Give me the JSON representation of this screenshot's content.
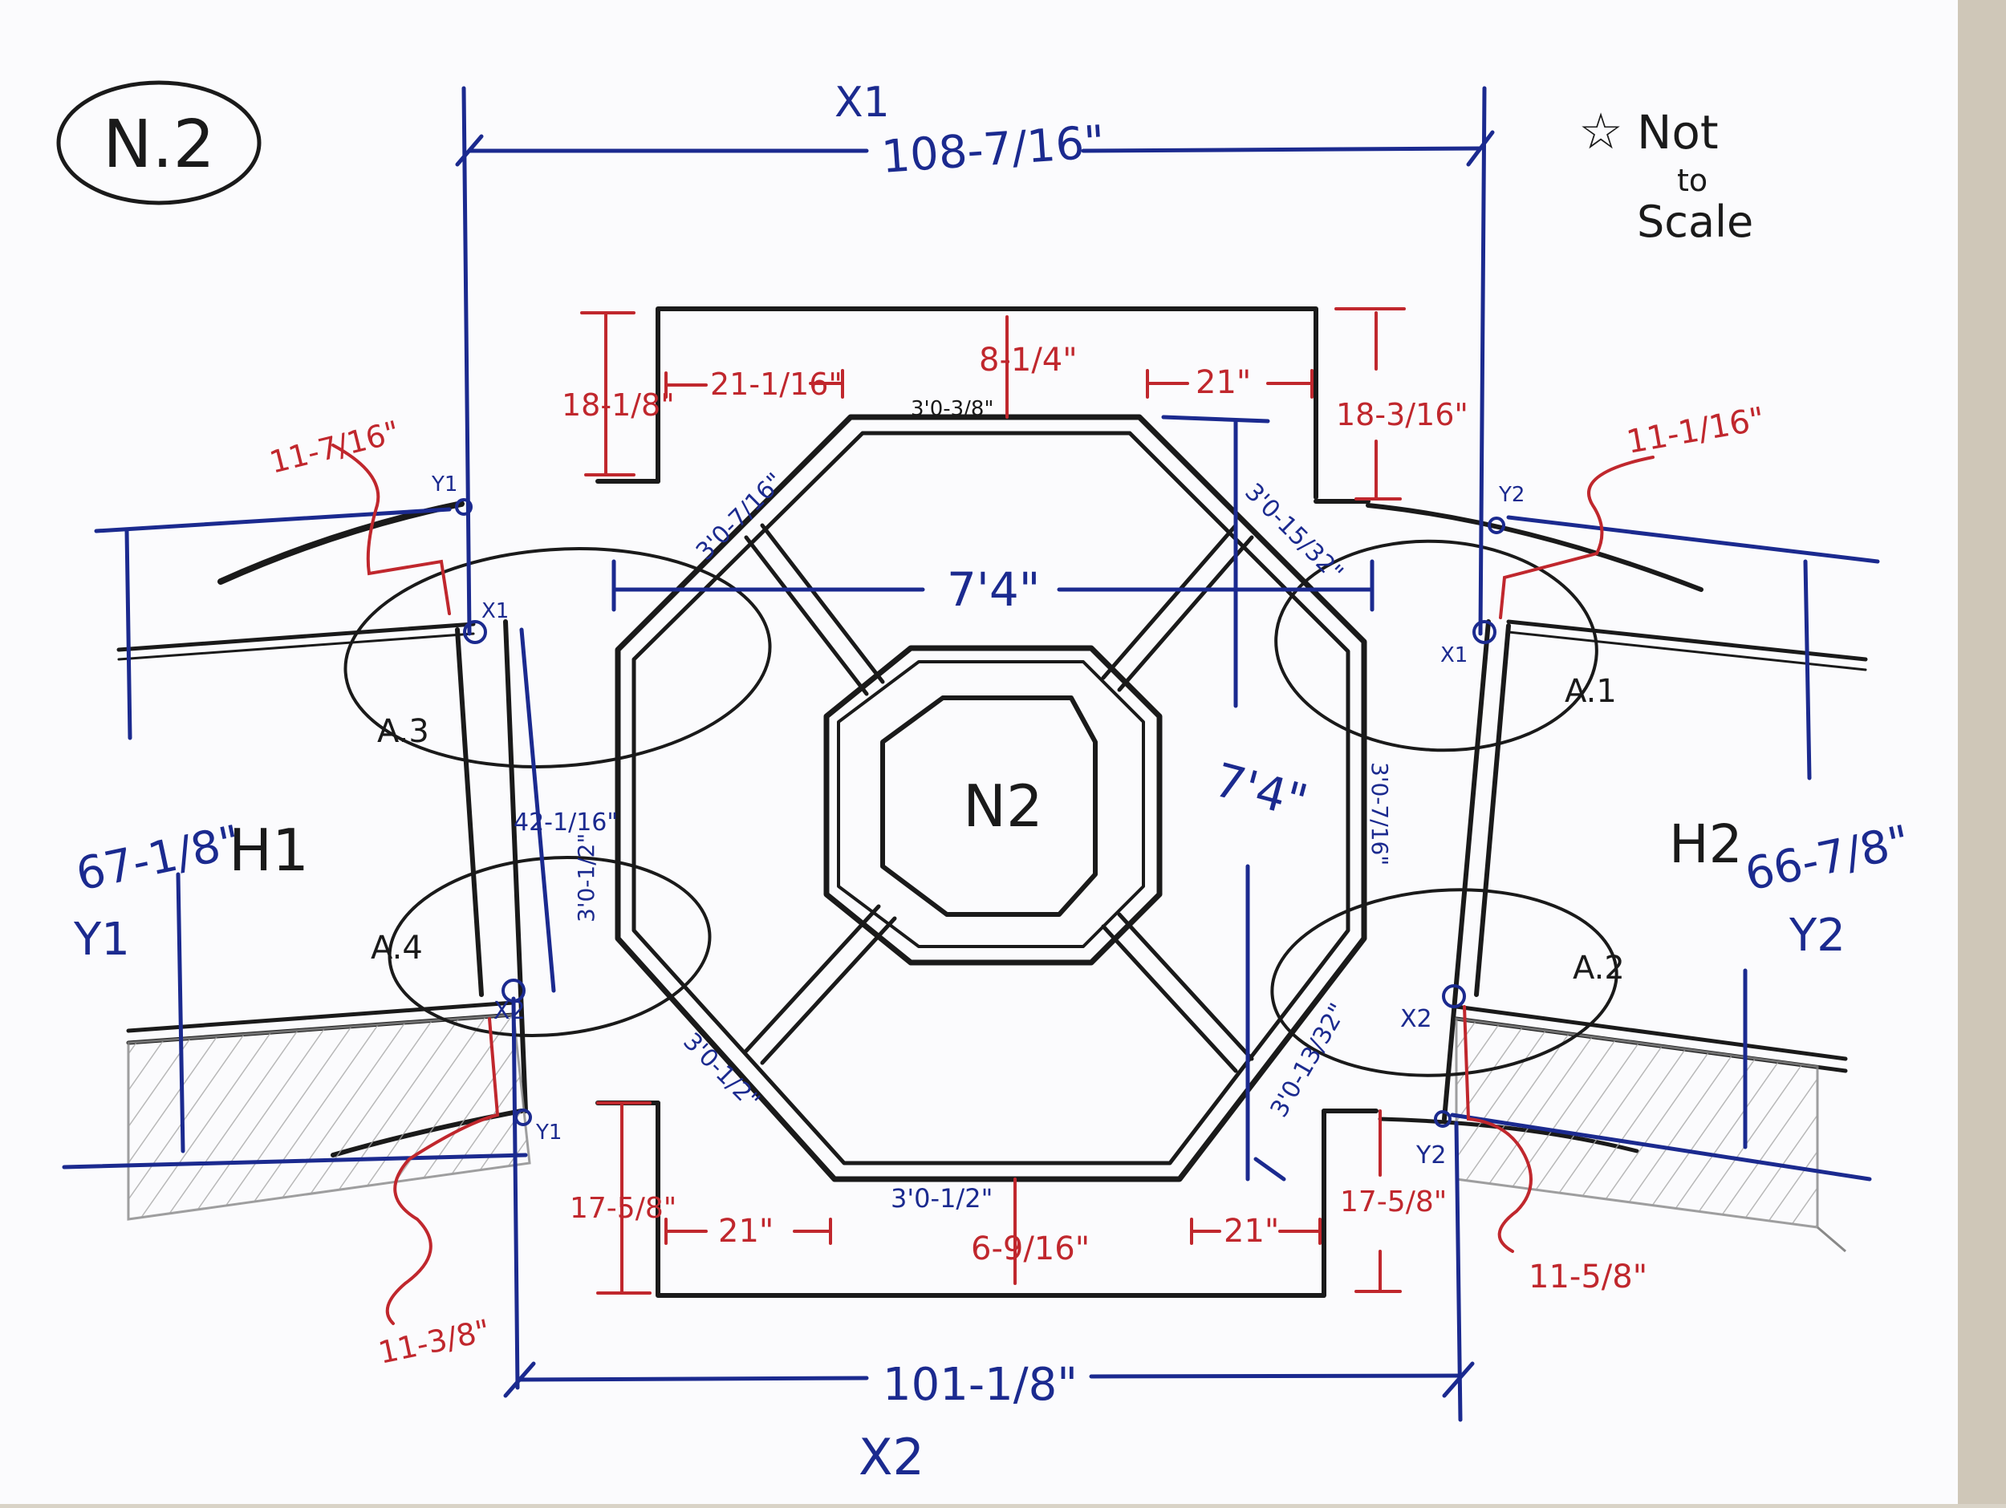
{
  "sheet": {
    "id_label": "N.2",
    "note": {
      "star": "☆",
      "line1": "Not",
      "line2": "to",
      "line3": "Scale"
    },
    "center_label": "N2"
  },
  "points": {
    "x1_top": "X1",
    "x2_bottom": "X2",
    "x1_left": "X1",
    "x1_right": "X1",
    "x2_left": "X2",
    "x2_right": "X2",
    "y1_left_top": "Y1",
    "y1_left_bottom": "Y1",
    "y2_right_top": "Y2",
    "y2_right_bottom": "Y2",
    "y1_side": "Y1",
    "y2_side": "Y2"
  },
  "areas": {
    "a1": "A.1",
    "a2": "A.2",
    "a3": "A.3",
    "a4": "A.4"
  },
  "heights": {
    "h1_label": "H1",
    "h1_value": "67-1/8\"",
    "h2_label": "H2",
    "h2_value": "66-7/8\""
  },
  "dims_blue": {
    "top_span": "108-7/16\"",
    "bottom_span": "101-1/8\"",
    "inner_width": "7'4\"",
    "inner_height": "7'4\"",
    "left_gap": "42-1/16\"",
    "top_edge": "3'0-3/8\"",
    "bottom_edge": "3'0-1/2\"",
    "edge_top_left": "3'0-7/16\"",
    "edge_top_right": "3'0-15/32\"",
    "edge_left": "3'0-1/2\"",
    "edge_right": "3'0-7/16\"",
    "edge_bottom_left": "3'0-1/2\"",
    "edge_bottom_right": "3'0-13/32\""
  },
  "dims_red": {
    "top_left_height": "18-1/8\"",
    "top_left_width": "21-1/16\"",
    "top_center": "8-1/4\"",
    "top_right_width": "21\"",
    "top_right_height": "18-3/16\"",
    "left_wall_top": "11-7/16\"",
    "right_wall_top": "11-1/16\"",
    "bottom_left_height": "17-5/8\"",
    "bottom_left_width": "21\"",
    "bottom_center": "6-9/16\"",
    "bottom_right_width": "21\"",
    "bottom_right_height": "17-5/8\"",
    "left_wall_bottom": "11-3/8\"",
    "right_wall_bottom": "11-5/8\""
  },
  "colors": {
    "paper": "#fbfbfd",
    "ink": "#1a1a1a",
    "blue_ink": "#1b2a8f",
    "red_ink": "#c0272d",
    "hatch": "#9a9a9a"
  }
}
